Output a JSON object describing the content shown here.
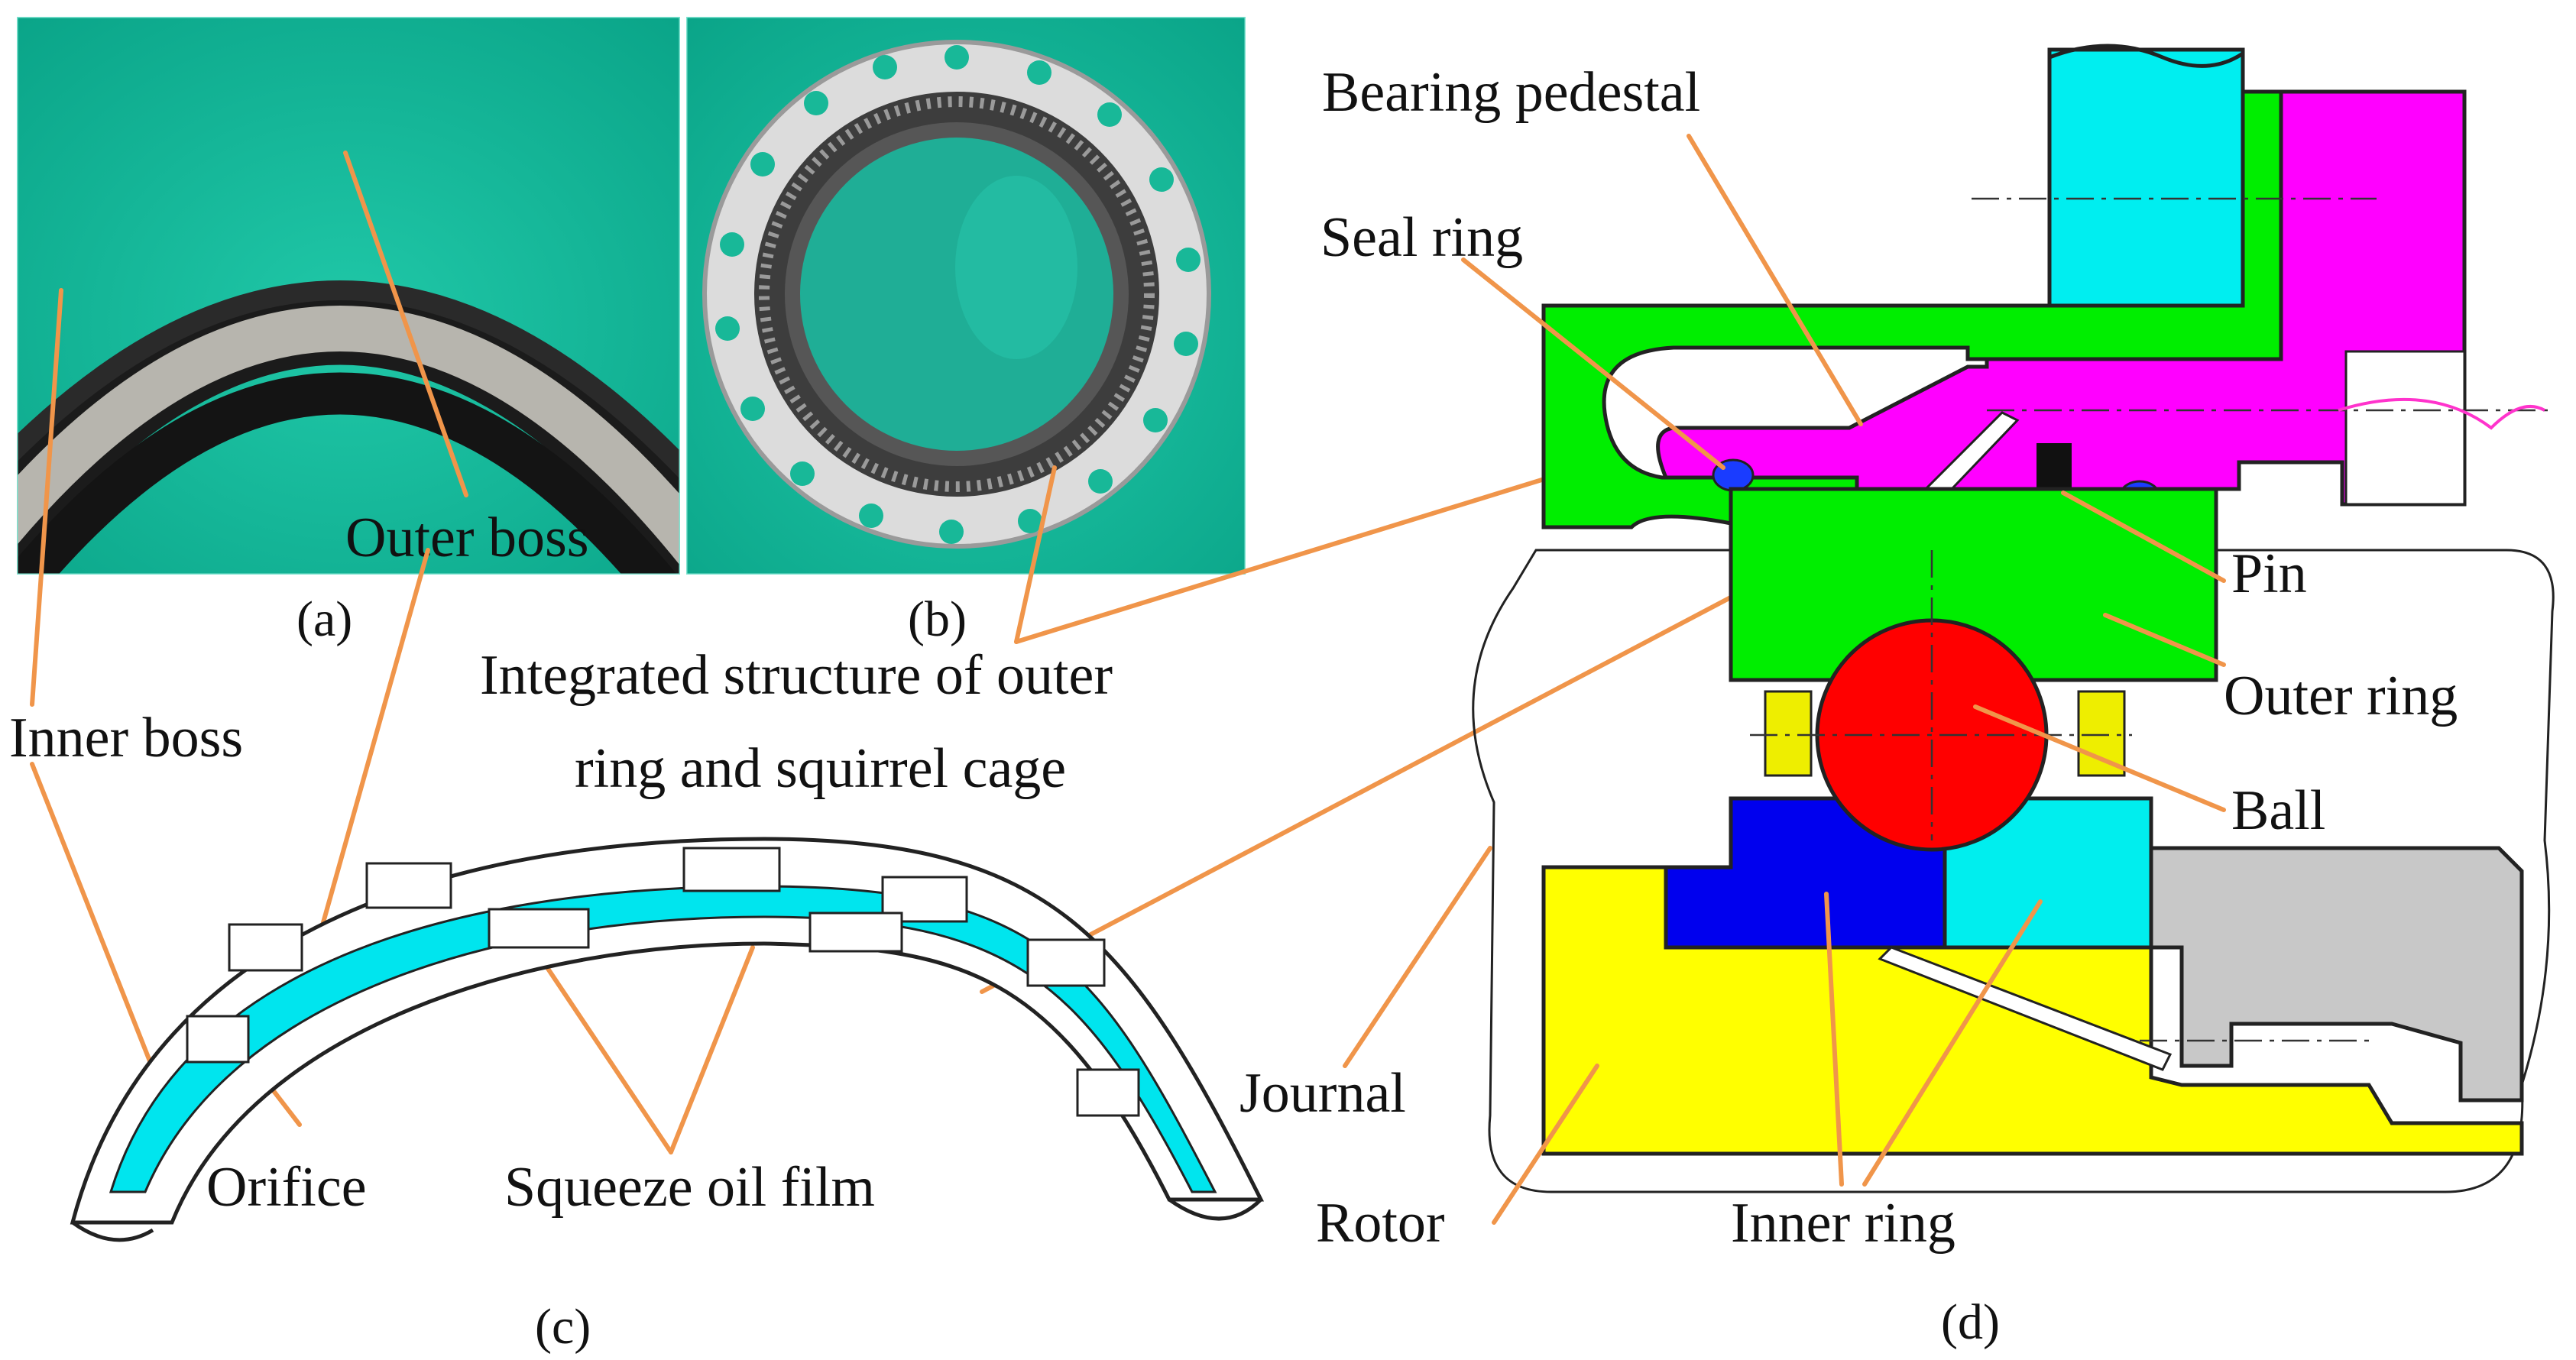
{
  "labels": {
    "outer_boss_a": "Outer boss",
    "inner_boss": "Inner boss",
    "integrated_line1": "Integrated structure of outer",
    "integrated_line2": "ring and squirrel cage",
    "orifice": "Orifice",
    "squeeze_oil_film": "Squeeze oil film",
    "bearing_pedestal": "Bearing pedestal",
    "seal_ring": "Seal ring",
    "pin": "Pin",
    "outer_ring": "Outer ring",
    "ball": "Ball",
    "journal": "Journal",
    "rotor": "Rotor",
    "inner_ring": "Inner ring"
  },
  "captions": {
    "a": "(a)",
    "b": "(b)",
    "c": "(c)",
    "d": "(d)"
  },
  "colors": {
    "leader_line": "#f0954a",
    "oil_film": "#00e5ee",
    "outer_ring": "#00ee00",
    "pedestal": "#ff00ff",
    "ball": "#ff0000",
    "inner_ring_left": "#0000ee",
    "inner_ring_right": "#00eeee",
    "rotor": "#ffff00",
    "cage": "#eeee00",
    "gray_part": "#c8c8c8",
    "photo_background": "#10c0a0"
  }
}
